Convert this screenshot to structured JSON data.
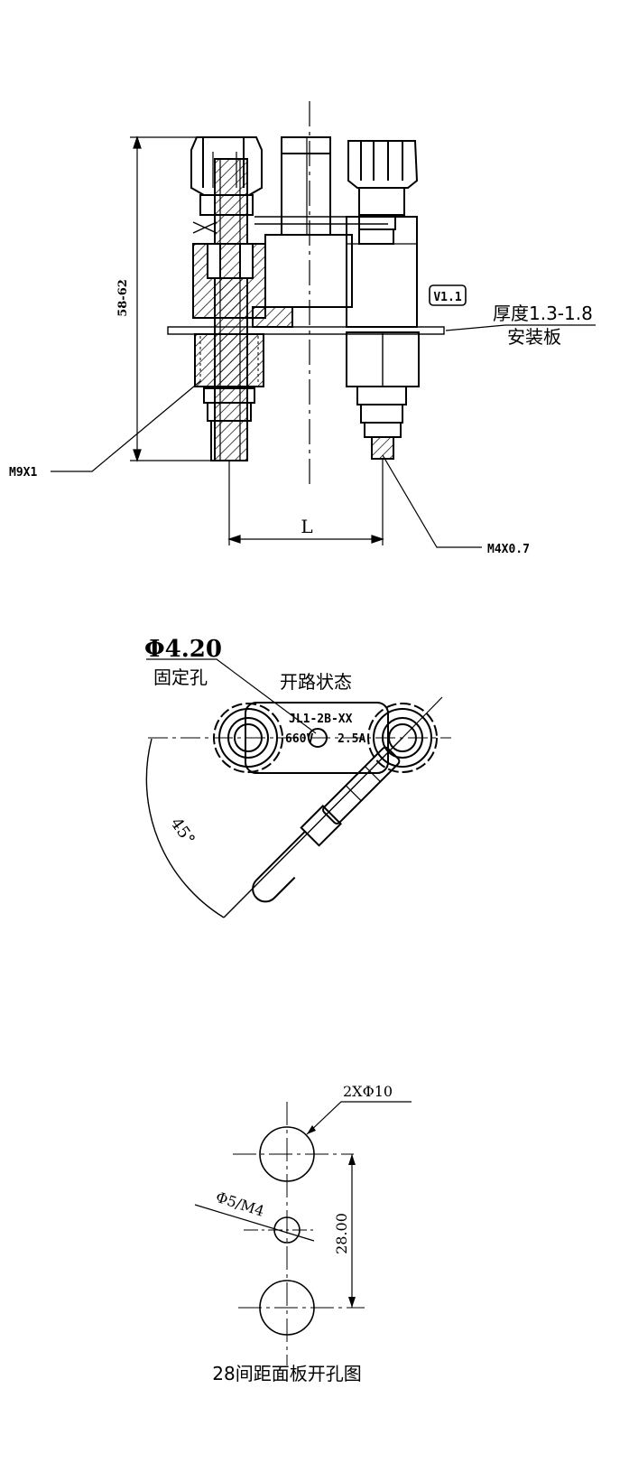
{
  "side_view": {
    "dim_height": "58-62",
    "dim_length": "L",
    "version_tag": "V1.1",
    "thickness_label": "厚度1.3-1.8",
    "panel_label": "安装板",
    "thread_left": "M9X1",
    "thread_right": "M4X0.7"
  },
  "top_view": {
    "hole_dia": "Φ4.20",
    "hole_label": "固定孔",
    "state_label": "开路状态",
    "angle": "45°",
    "plate_model": "JL1-2B-XX",
    "plate_volt": "660V",
    "plate_current": "2.5A"
  },
  "cutout_view": {
    "big_hole": "2XΦ10",
    "small_hole": "Φ5/M4",
    "spacing": "28.00",
    "caption": "28间距面板开孔图"
  }
}
